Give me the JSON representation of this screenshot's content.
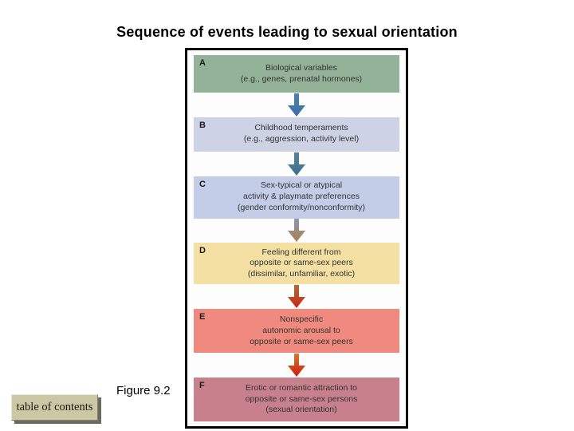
{
  "slide": {
    "title": "Sequence of events leading to sexual orientation",
    "figure_label": "Figure 9.2",
    "toc_button_label": "table of contents"
  },
  "diagram": {
    "type": "flowchart",
    "direction": "top-down",
    "steps": [
      {
        "id": "A",
        "color": "#93b298",
        "lines": [
          "Biological variables",
          "(e.g., genes, prenatal hormones)"
        ]
      },
      {
        "id": "B",
        "color": "#cdd2e5",
        "lines": [
          "Childhood temperaments",
          "(e.g., aggression, activity level)"
        ]
      },
      {
        "id": "C",
        "color": "#c4cde8",
        "lines": [
          "Sex-typical or atypical",
          "activity & playmate preferences",
          "(gender conformity/nonconformity)"
        ]
      },
      {
        "id": "D",
        "color": "#f5e0a4",
        "lines": [
          "Feeling different from",
          "opposite or same-sex peers",
          "(dissimilar, unfamiliar, exotic)"
        ]
      },
      {
        "id": "E",
        "color": "#f08a7e",
        "lines": [
          "Nonspecific",
          "autonomic arousal to",
          "opposite or same-sex peers"
        ]
      },
      {
        "id": "F",
        "color": "#c8818c",
        "lines": [
          "Erotic or romantic attraction to",
          "opposite or same-sex persons",
          "(sexual orientation)"
        ]
      }
    ],
    "arrows": [
      {
        "from": "A",
        "to": "B",
        "top": "#4e80b3",
        "bottom": "#3e6fa3"
      },
      {
        "from": "B",
        "to": "C",
        "top": "#57839b",
        "bottom": "#3c7090"
      },
      {
        "from": "C",
        "to": "D",
        "top": "#8c97ae",
        "bottom": "#a97f52"
      },
      {
        "from": "D",
        "to": "E",
        "top": "#b06a3a",
        "bottom": "#c82815"
      },
      {
        "from": "E",
        "to": "F",
        "top": "#d87a22",
        "bottom": "#cc1a10"
      }
    ]
  }
}
